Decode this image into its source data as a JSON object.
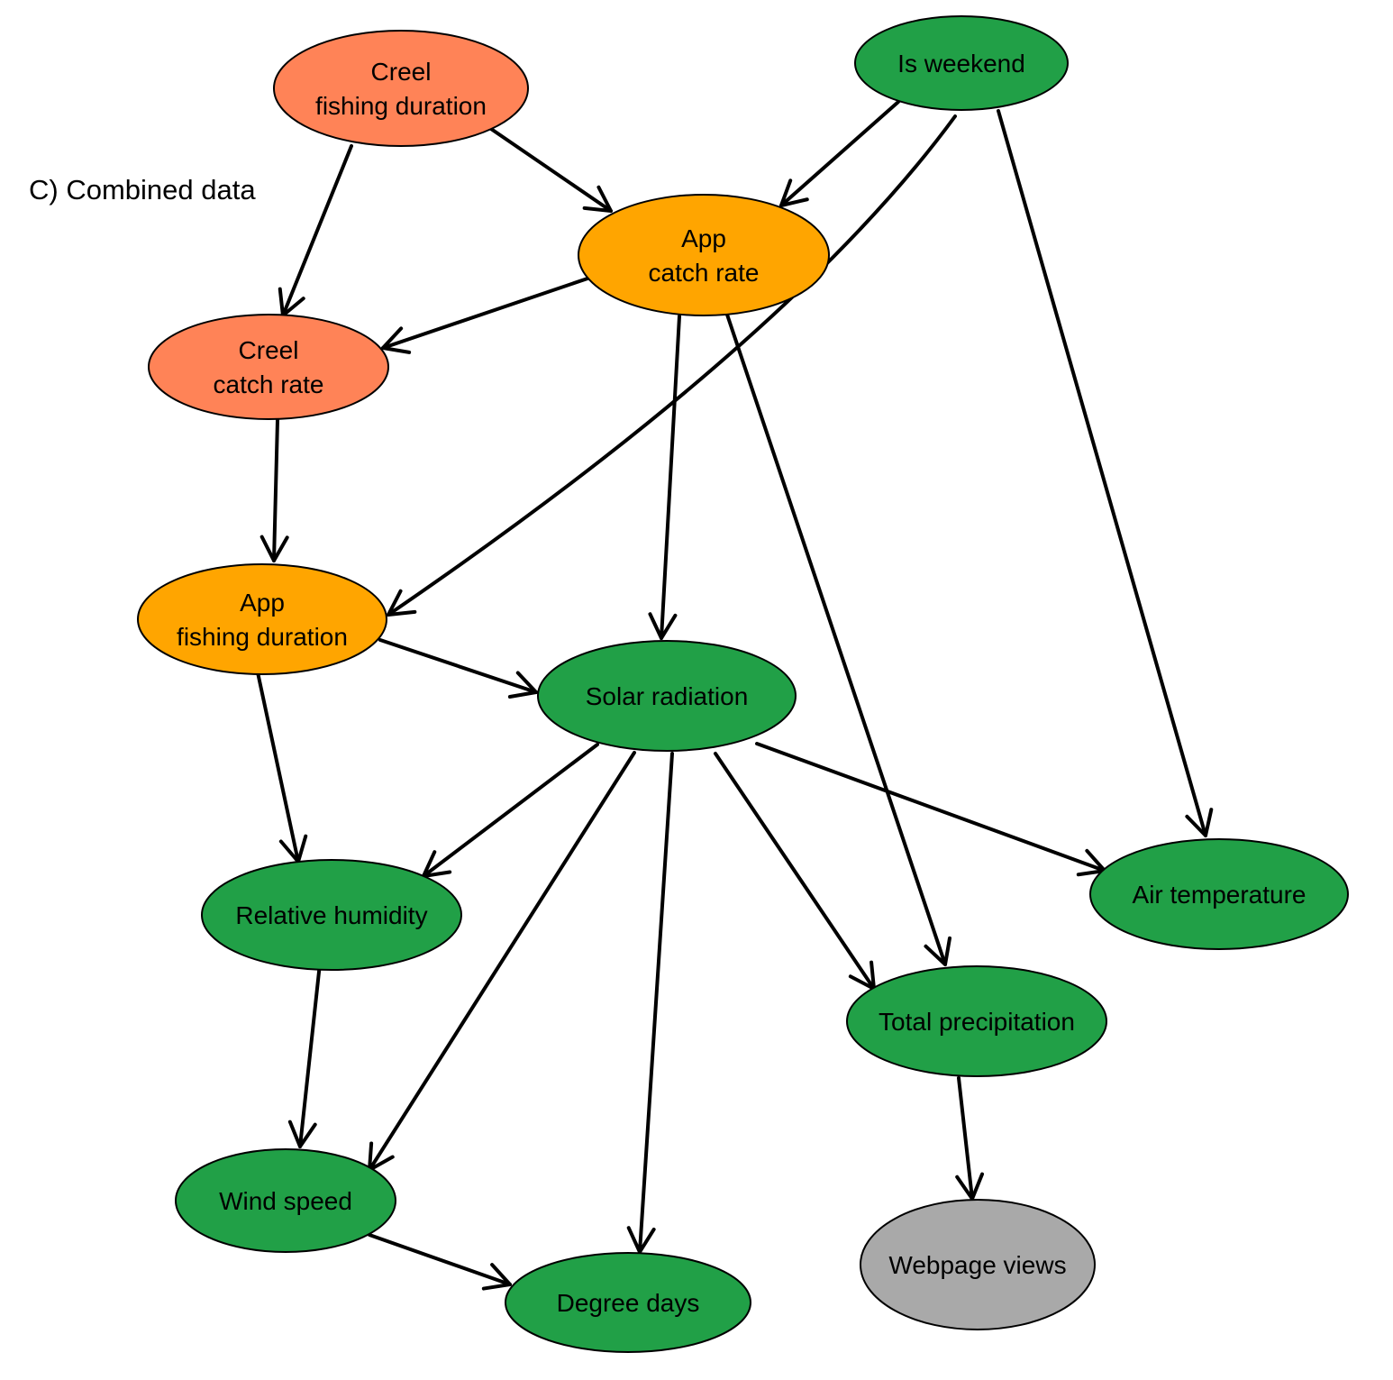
{
  "panel_label": "C) Combined data",
  "colors": {
    "creel": "#FF8357",
    "app": "#FFA500",
    "environment": "#21A047",
    "web": "#A9A9A9",
    "stroke": "#000000"
  },
  "nodes": [
    {
      "id": "creel_fishing_duration",
      "lines": [
        "Creel",
        "fishing duration"
      ],
      "group": "creel"
    },
    {
      "id": "is_weekend",
      "lines": [
        "Is weekend"
      ],
      "group": "environment"
    },
    {
      "id": "app_catch_rate",
      "lines": [
        "App",
        "catch rate"
      ],
      "group": "app"
    },
    {
      "id": "creel_catch_rate",
      "lines": [
        "Creel",
        "catch rate"
      ],
      "group": "creel"
    },
    {
      "id": "app_fishing_duration",
      "lines": [
        "App",
        "fishing duration"
      ],
      "group": "app"
    },
    {
      "id": "solar_radiation",
      "lines": [
        "Solar radiation"
      ],
      "group": "environment"
    },
    {
      "id": "relative_humidity",
      "lines": [
        "Relative humidity"
      ],
      "group": "environment"
    },
    {
      "id": "air_temperature",
      "lines": [
        "Air temperature"
      ],
      "group": "environment"
    },
    {
      "id": "total_precipitation",
      "lines": [
        "Total precipitation"
      ],
      "group": "environment"
    },
    {
      "id": "wind_speed",
      "lines": [
        "Wind speed"
      ],
      "group": "environment"
    },
    {
      "id": "degree_days",
      "lines": [
        "Degree days"
      ],
      "group": "environment"
    },
    {
      "id": "webpage_views",
      "lines": [
        "Webpage views"
      ],
      "group": "web"
    }
  ],
  "edges": [
    {
      "from": "creel_fishing_duration",
      "to": "app_catch_rate"
    },
    {
      "from": "creel_fishing_duration",
      "to": "creel_catch_rate"
    },
    {
      "from": "is_weekend",
      "to": "app_catch_rate"
    },
    {
      "from": "is_weekend",
      "to": "app_fishing_duration"
    },
    {
      "from": "is_weekend",
      "to": "air_temperature"
    },
    {
      "from": "app_catch_rate",
      "to": "creel_catch_rate"
    },
    {
      "from": "app_catch_rate",
      "to": "solar_radiation"
    },
    {
      "from": "app_catch_rate",
      "to": "total_precipitation"
    },
    {
      "from": "creel_catch_rate",
      "to": "app_fishing_duration"
    },
    {
      "from": "app_fishing_duration",
      "to": "solar_radiation"
    },
    {
      "from": "app_fishing_duration",
      "to": "relative_humidity"
    },
    {
      "from": "solar_radiation",
      "to": "relative_humidity"
    },
    {
      "from": "solar_radiation",
      "to": "wind_speed"
    },
    {
      "from": "solar_radiation",
      "to": "degree_days"
    },
    {
      "from": "solar_radiation",
      "to": "total_precipitation"
    },
    {
      "from": "solar_radiation",
      "to": "air_temperature"
    },
    {
      "from": "relative_humidity",
      "to": "wind_speed"
    },
    {
      "from": "wind_speed",
      "to": "degree_days"
    },
    {
      "from": "total_precipitation",
      "to": "webpage_views"
    }
  ]
}
